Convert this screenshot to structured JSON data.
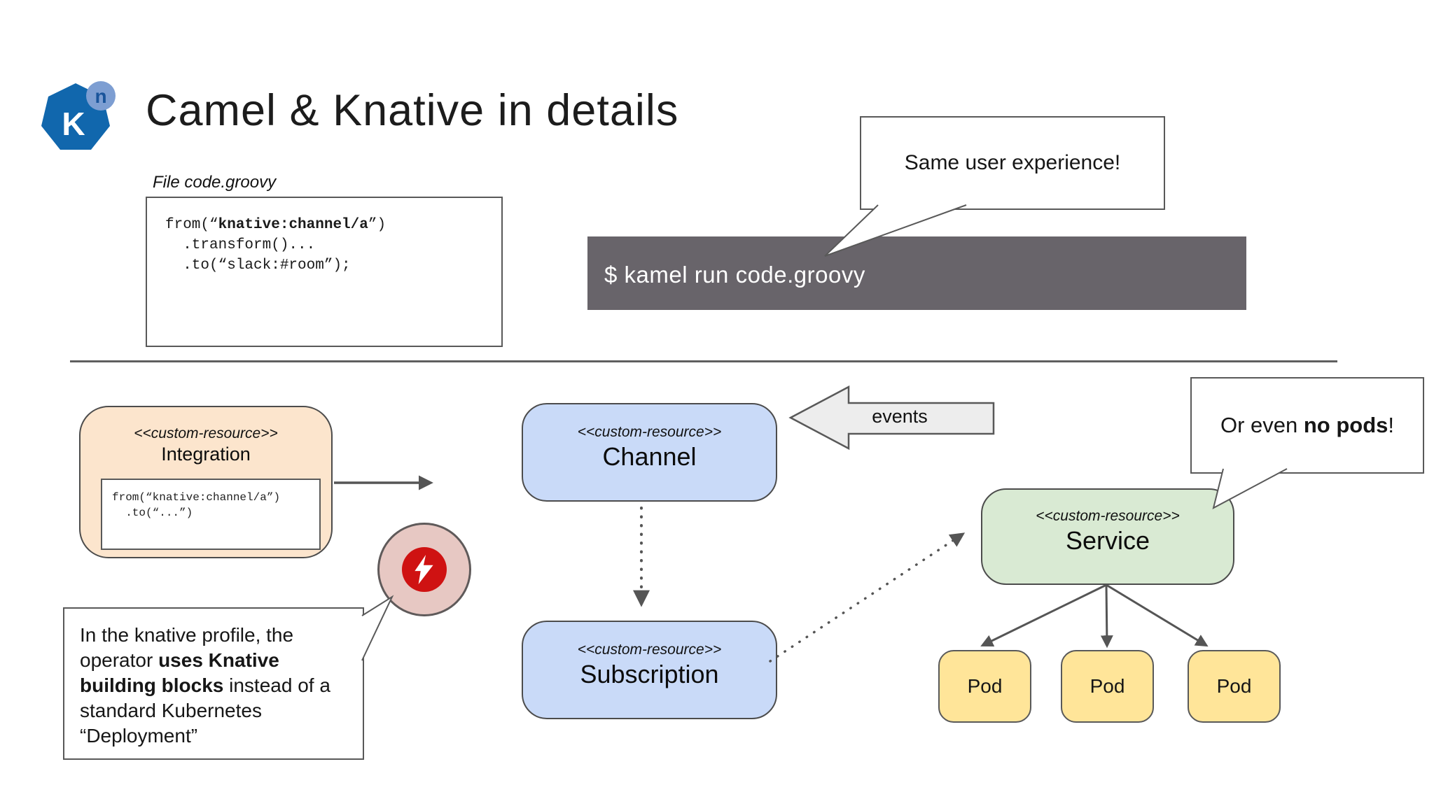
{
  "slide": {
    "title": "Camel & Knative in details"
  },
  "logo": {
    "letter": "K",
    "badge": "n"
  },
  "code_file": {
    "label": "File code.groovy",
    "line1_pre": "from(“",
    "line1_bold": "knative:channel/a",
    "line1_post": "”)",
    "line2": "  .transform()...",
    "line3": "  .to(“slack:#room”);"
  },
  "terminal": {
    "command": "$ kamel run code.groovy"
  },
  "callouts": {
    "same_ux": {
      "text": "Same user experience!"
    },
    "no_pods": {
      "pre": "Or even ",
      "bold": "no pods",
      "post": "!"
    },
    "knative_profile": {
      "pre": "In the knative profile, the operator ",
      "bold": "uses Knative building blocks",
      "post": " instead of a standard Kubernetes “Deployment”"
    }
  },
  "diagram": {
    "events_label": "events",
    "integration": {
      "stereotype": "<<custom-resource>>",
      "name": "Integration",
      "code": {
        "line1": "from(“knative:channel/a”)",
        "line2": "  .to(“...”)"
      }
    },
    "channel": {
      "stereotype": "<<custom-resource>>",
      "name": "Channel"
    },
    "subscription": {
      "stereotype": "<<custom-resource>>",
      "name": "Subscription"
    },
    "service": {
      "stereotype": "<<custom-resource>>",
      "name": "Service"
    },
    "pods": [
      {
        "label": "Pod"
      },
      {
        "label": "Pod"
      },
      {
        "label": "Pod"
      }
    ]
  },
  "colors": {
    "integration_fill": "#fce5cd",
    "channel_fill": "#c9daf8",
    "service_fill": "#d9ead3",
    "pod_fill": "#ffe599",
    "events_fill": "#ededed",
    "terminal_bg": "#68646a",
    "outline_gray": "#595959",
    "lightning_red": "#cf1212",
    "lightning_circle_pink": "#e7c8c3",
    "logo_blue": "#1167ad",
    "logo_badge_blue": "#7d9ed2"
  }
}
